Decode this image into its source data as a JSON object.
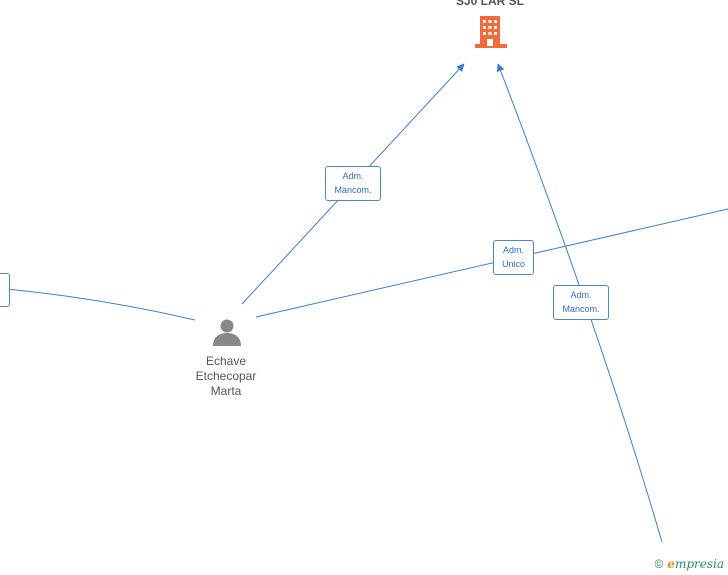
{
  "nodes": {
    "company": {
      "name": "SJ0 LAR  SL",
      "icon": "building-icon",
      "color": "#f26c3b"
    },
    "person": {
      "name": "Echave\nEtchecopar\nMarta",
      "icon": "person-icon",
      "color": "#888888"
    }
  },
  "edges": [
    {
      "label": "Adm.\nMancom."
    },
    {
      "label": "Adm.\nUnico"
    },
    {
      "label": "Adm.\nMancom."
    }
  ],
  "colors": {
    "edge": "#3d7fd6"
  },
  "footer": {
    "copyright": "©",
    "brand_initial": "e",
    "brand_rest": "mpresia"
  }
}
